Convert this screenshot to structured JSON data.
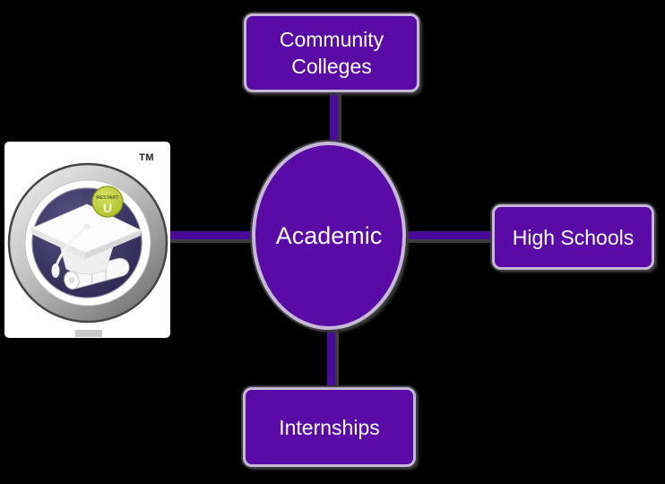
{
  "colors": {
    "background": "#000000",
    "node_fill": "#5A0BA6",
    "node_border": "#C6B9D8",
    "connector": "#4A0B9B",
    "node_text": "#FFFFFF",
    "shadow": "#3C3C3C"
  },
  "center_node": {
    "label": "Academic"
  },
  "nodes": {
    "top": {
      "line1": "Community",
      "line2": "Colleges"
    },
    "right": {
      "label": "High Schools"
    },
    "bottom": {
      "label": "Internships"
    }
  },
  "logo": {
    "trademark": "TM",
    "seal_arc_text": "RESTART",
    "seal_letter": "U",
    "icon": "graduation-cap-with-diploma"
  }
}
